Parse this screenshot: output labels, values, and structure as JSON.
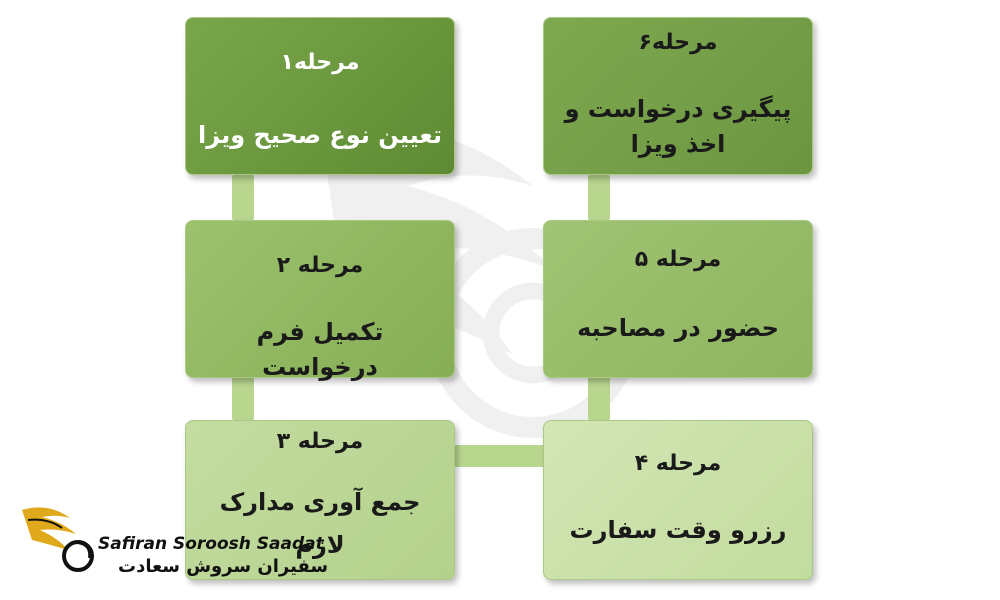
{
  "steps": [
    {
      "stage": "مرحله۱",
      "desc": "تعیین نوع صحیح ویزا"
    },
    {
      "stage": "مرحله ۲",
      "desc": "تکمیل فرم درخواست"
    },
    {
      "stage": "مرحله ۳",
      "desc": "جمع آوری مدارک لازم"
    },
    {
      "stage": "مرحله ۴",
      "desc": "رزرو وقت سفارت"
    },
    {
      "stage": "مرحله ۵",
      "desc": "حضور در مصاحبه"
    },
    {
      "stage": "مرحله۶",
      "desc": "پیگیری درخواست و اخذ ویزا"
    }
  ],
  "logo": {
    "en": "Safiran Soroosh Saadat",
    "fa": "سفیران سروش سعادت"
  },
  "colors": {
    "dark_green": "#6b9540",
    "light_green": "#c2db9e",
    "connector": "#b9d68f",
    "logo_gold": "#e0a91b"
  }
}
